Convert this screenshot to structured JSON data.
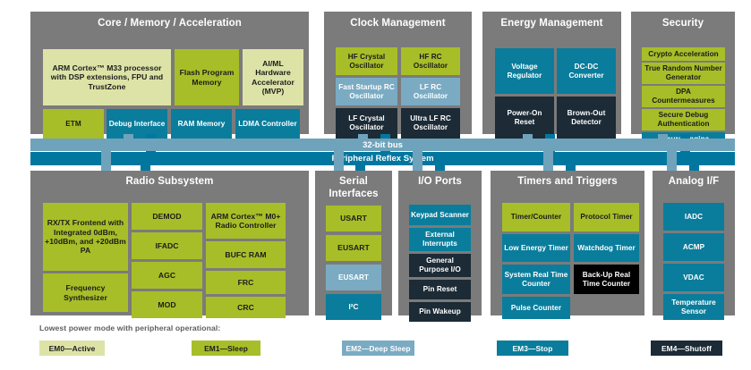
{
  "diagram": {
    "title_note": "Lowest power mode with peripheral operational:",
    "buses": [
      {
        "name": "32-bit bus",
        "label": "32-bit bus",
        "color": "#6fa3bb"
      },
      {
        "name": "Peripheral Reflex System",
        "label": "Peripheral Reflex System",
        "color": "#0177a0"
      }
    ],
    "legend": [
      {
        "label": "EM0—Active",
        "mode": "em0",
        "color": "#dde3a7"
      },
      {
        "label": "EM1—Sleep",
        "mode": "em1",
        "color": "#a8be28"
      },
      {
        "label": "EM2—Deep Sleep",
        "mode": "em2",
        "color": "#7aabc3"
      },
      {
        "label": "EM3—Stop",
        "mode": "em3",
        "color": "#0a7d9c"
      },
      {
        "label": "EM4—Shutoff",
        "mode": "em4",
        "color": "#1c2b36"
      }
    ],
    "panels": [
      {
        "id": "core-memory-acceleration",
        "title": "Core / Memory / Acceleration",
        "blocks": [
          {
            "label": "ARM Cortex™ M33 processor with DSP extensions, FPU and TrustZone",
            "mode": "em0"
          },
          {
            "label": "Flash Program Memory",
            "mode": "em1"
          },
          {
            "label": "AI/ML Hardware Accelerator (MVP)",
            "mode": "em0"
          },
          {
            "label": "ETM",
            "mode": "em1"
          },
          {
            "label": "Debug Interface",
            "mode": "em3"
          },
          {
            "label": "RAM Memory",
            "mode": "em3"
          },
          {
            "label": "LDMA Controller",
            "mode": "em3"
          }
        ]
      },
      {
        "id": "clock-management",
        "title": "Clock Management",
        "blocks": [
          {
            "label": "HF Crystal Oscillator",
            "mode": "em1"
          },
          {
            "label": "HF RC Oscillator",
            "mode": "em1"
          },
          {
            "label": "Fast Startup RC Oscillator",
            "mode": "em2"
          },
          {
            "label": "LF RC Oscillator",
            "mode": "em2"
          },
          {
            "label": "LF Crystal Oscillator",
            "mode": "em4"
          },
          {
            "label": "Ultra LF RC Oscillator",
            "mode": "em4"
          }
        ]
      },
      {
        "id": "energy-management",
        "title": "Energy Management",
        "blocks": [
          {
            "label": "Voltage Regulator",
            "mode": "em3"
          },
          {
            "label": "DC-DC Converter",
            "mode": "em3"
          },
          {
            "label": "Power-On Reset",
            "mode": "em4"
          },
          {
            "label": "Brown-Out Detector",
            "mode": "em4"
          }
        ]
      },
      {
        "id": "security",
        "title": "Security",
        "blocks": [
          {
            "label": "Crypto Acceleration",
            "mode": "em1"
          },
          {
            "label": "True Random Number Generator",
            "mode": "em1"
          },
          {
            "label": "DPA Countermeasures",
            "mode": "em1"
          },
          {
            "label": "Secure Debug Authentication",
            "mode": "em1"
          },
          {
            "label": "Secure Engine",
            "mode": "em3"
          }
        ]
      },
      {
        "id": "radio-subsystem",
        "title": "Radio Subsystem",
        "blocks": [
          {
            "label": "RX/TX Frontend with Integrated 0dBm, +10dBm, and +20dBm PA",
            "mode": "em1"
          },
          {
            "label": "Frequency Synthesizer",
            "mode": "em1"
          },
          {
            "label": "DEMOD",
            "mode": "em1"
          },
          {
            "label": "IFADC",
            "mode": "em1"
          },
          {
            "label": "AGC",
            "mode": "em1"
          },
          {
            "label": "MOD",
            "mode": "em1"
          },
          {
            "label": "ARM Cortex™ M0+ Radio Controller",
            "mode": "em1"
          },
          {
            "label": "BUFC RAM",
            "mode": "em1"
          },
          {
            "label": "FRC",
            "mode": "em1"
          },
          {
            "label": "CRC",
            "mode": "em1"
          }
        ]
      },
      {
        "id": "serial-interfaces",
        "title": "Serial Interfaces",
        "blocks": [
          {
            "label": "USART",
            "mode": "em1"
          },
          {
            "label": "EUSART",
            "mode": "em1"
          },
          {
            "label": "EUSART",
            "mode": "em2"
          },
          {
            "label": "I²C",
            "mode": "em3"
          }
        ]
      },
      {
        "id": "io-ports",
        "title": "I/O Ports",
        "blocks": [
          {
            "label": "Keypad Scanner",
            "mode": "em3"
          },
          {
            "label": "External Interrupts",
            "mode": "em3"
          },
          {
            "label": "General Purpose I/O",
            "mode": "em4"
          },
          {
            "label": "Pin Reset",
            "mode": "em4"
          },
          {
            "label": "Pin Wakeup",
            "mode": "em4"
          }
        ]
      },
      {
        "id": "timers-and-triggers",
        "title": "Timers and Triggers",
        "blocks": [
          {
            "label": "Timer/Counter",
            "mode": "em1"
          },
          {
            "label": "Protocol Timer",
            "mode": "em1"
          },
          {
            "label": "Low Energy Timer",
            "mode": "em3"
          },
          {
            "label": "Watchdog Timer",
            "mode": "em3"
          },
          {
            "label": "System Real Time Counter",
            "mode": "em3"
          },
          {
            "label": "Back-Up Real Time Counter",
            "mode": "em4"
          },
          {
            "label": "Pulse Counter",
            "mode": "em3"
          }
        ]
      },
      {
        "id": "analog-if",
        "title": "Analog I/F",
        "blocks": [
          {
            "label": "IADC",
            "mode": "em3"
          },
          {
            "label": "ACMP",
            "mode": "em3"
          },
          {
            "label": "VDAC",
            "mode": "em3"
          },
          {
            "label": "Temperature Sensor",
            "mode": "em3"
          }
        ]
      }
    ]
  }
}
